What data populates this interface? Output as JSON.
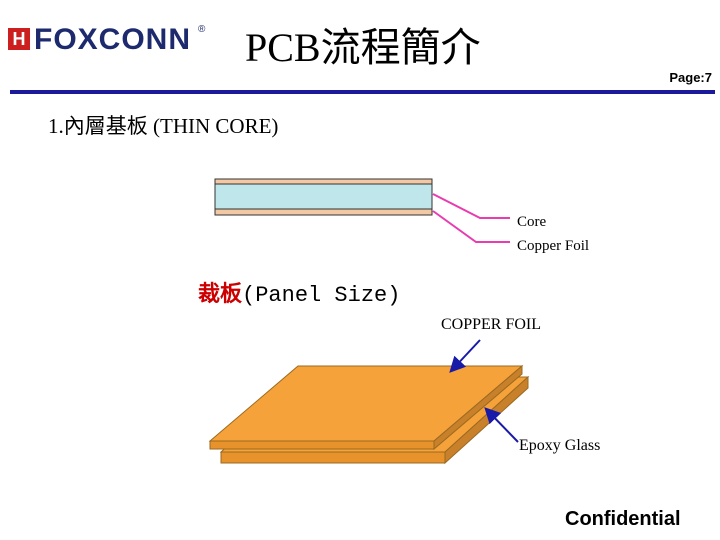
{
  "logo": {
    "mark": "H",
    "brand": "FOXCONN",
    "reg": "®"
  },
  "title": "PCB流程簡介",
  "page_label": "Page:7",
  "heading": "1.內層基板 (THIN CORE)",
  "core_label": "Core",
  "foil_label": "Copper Foil",
  "panel_red": "裁板",
  "panel_rest": "(Panel Size)",
  "copper_foil_label": "COPPER FOIL",
  "epoxy_label": "Epoxy Glass",
  "confidential": "Confidential",
  "colors": {
    "rule": "#1a1a9a",
    "panel": "#f6a23a",
    "core": "#bfe6ea",
    "foil": "#f3c9a5",
    "arrow_pink": "#e83cb0",
    "arrow_blue": "#1a1aa8"
  }
}
